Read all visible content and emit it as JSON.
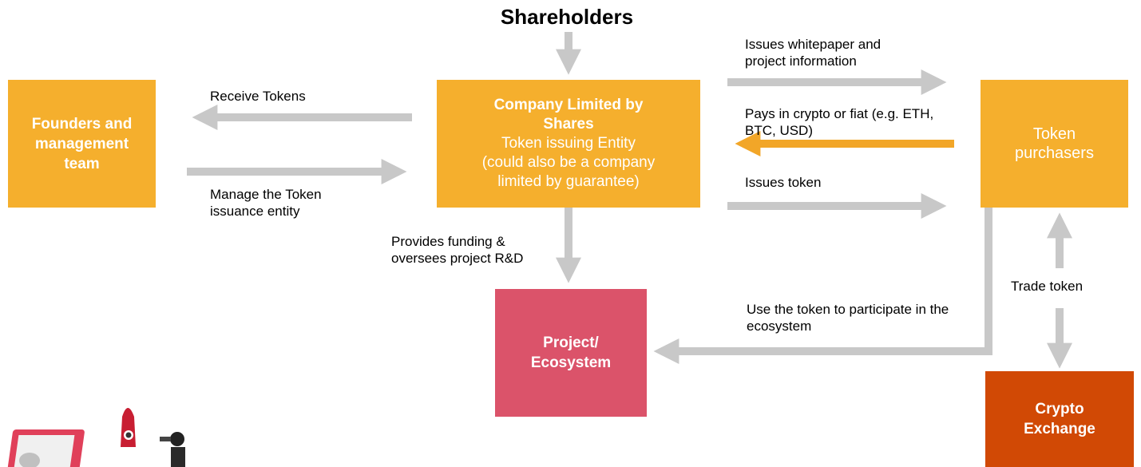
{
  "title": "Shareholders",
  "colors": {
    "orange": "#F5AF2D",
    "pink": "#DB536A",
    "dark_orange": "#D14905",
    "arrow_grey": "#C8C8C8",
    "arrow_orange": "#F2A628"
  },
  "boxes": {
    "founders": "Founders and management team",
    "company": {
      "line1": "Company Limited by",
      "line2": "Shares",
      "line3": "Token issuing Entity",
      "line4": "(could also be a company",
      "line5": "limited by guarantee)"
    },
    "purchasers": "Token purchasers",
    "project": "Project/ Ecosystem",
    "exchange": "Crypto Exchange"
  },
  "labels": {
    "receive_tokens": "Receive Tokens",
    "manage_entity": "Manage the Token issuance entity",
    "issues_whitepaper": "Issues whitepaper and project information",
    "pays_in": "Pays in crypto or fiat (e.g. ETH, BTC, USD)",
    "issues_token": "Issues token",
    "provides_funding": "Provides funding & oversees project R&D",
    "use_token": "Use the token to participate in the ecosystem",
    "trade_token": "Trade token"
  }
}
